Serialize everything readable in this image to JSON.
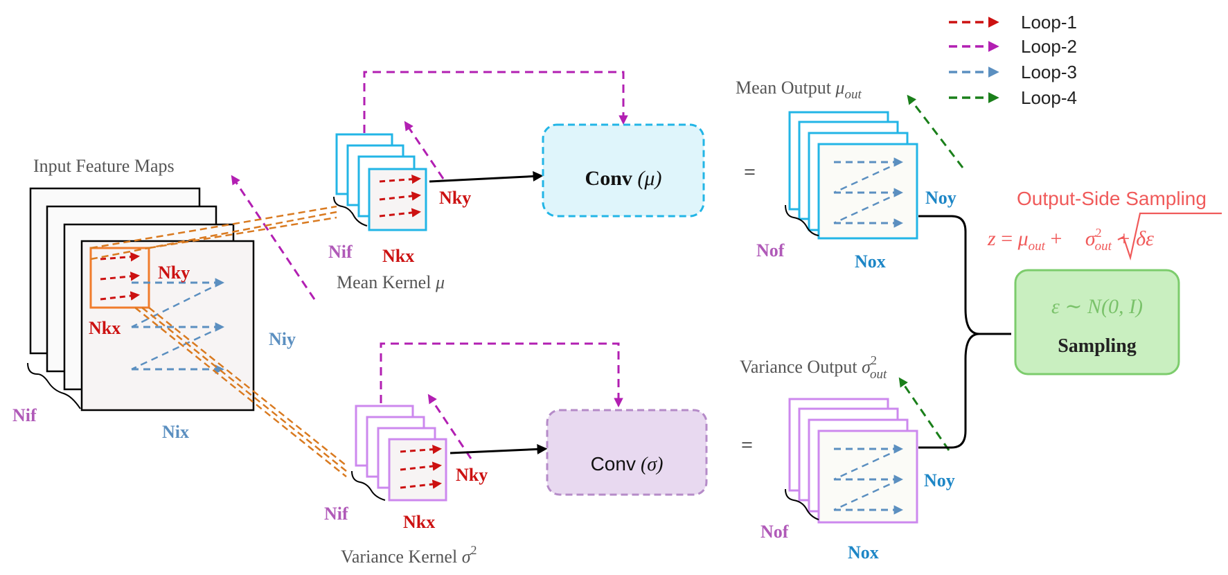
{
  "legend": {
    "items": [
      {
        "label": "Loop-1",
        "color": "#cc1111"
      },
      {
        "label": "Loop-2",
        "color": "#b21fb2"
      },
      {
        "label": "Loop-3",
        "color": "#5b8fc0"
      },
      {
        "label": "Loop-4",
        "color": "#1a7f1a"
      }
    ]
  },
  "input": {
    "title": "Input Feature Maps",
    "nif": "Nif",
    "nix": "Nix",
    "niy": "Niy",
    "nkx": "Nkx",
    "nky": "Nky"
  },
  "mean_kernel": {
    "label_prefix": "Mean Kernel ",
    "symbol": "μ",
    "nif": "Nif",
    "nkx": "Nkx",
    "nky": "Nky"
  },
  "variance_kernel": {
    "label_prefix": "Variance Kernel ",
    "symbol": "σ",
    "exponent": "2",
    "nif": "Nif",
    "nkx": "Nkx",
    "nky": "Nky"
  },
  "conv_mu": {
    "bold": "Conv",
    "arg": " (μ)",
    "fill": "#dff5fb",
    "stroke": "#22b5e6"
  },
  "conv_sigma": {
    "text": "Conv",
    "arg": " (σ)",
    "fill": "#e8d9f0",
    "stroke": "#b58bc8"
  },
  "equals": "=",
  "mean_output": {
    "label_prefix": "Mean Output ",
    "symbol": "μ",
    "subscript": "out",
    "nof": "Nof",
    "nox": "Nox",
    "noy": "Noy"
  },
  "variance_output": {
    "label_prefix": "Variance Output ",
    "symbol": "σ",
    "superscript": "2",
    "subscript": "out",
    "nof": "Nof",
    "nox": "Nox",
    "noy": "Noy"
  },
  "output_side": {
    "title": "Output-Side Sampling",
    "eq_z": "z",
    "eq_eq": " = ",
    "eq_mu": "μ",
    "eq_out": "out",
    "eq_plus": " + ",
    "eq_sigma": "σ",
    "eq_sq": "2",
    "eq_out2": "out",
    "eq_tail": " + δε",
    "color": "#f05a5a"
  },
  "sampling": {
    "formula_eps": "ε",
    "formula_rest": " ∼ N(0, I)",
    "label": "Sampling",
    "fill": "#c9efc0",
    "stroke": "#7ccc6c"
  }
}
